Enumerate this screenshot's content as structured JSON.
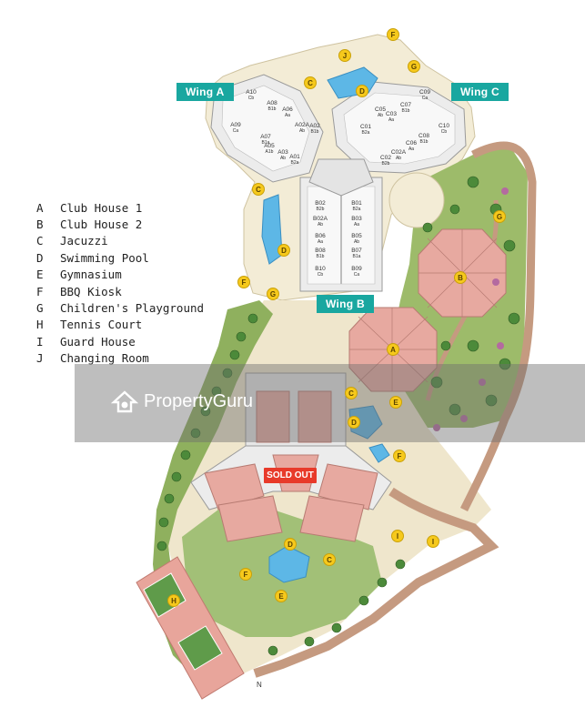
{
  "map": {
    "wing_labels": {
      "a": "Wing A",
      "b": "Wing B",
      "c": "Wing C"
    },
    "sold_out_label": "SOLD OUT",
    "north_label": "N",
    "watermark_text": "PropertyGuru",
    "legend": [
      {
        "key": "A",
        "label": "Club House 1"
      },
      {
        "key": "B",
        "label": "Club House 2"
      },
      {
        "key": "C",
        "label": "Jacuzzi"
      },
      {
        "key": "D",
        "label": "Swimming Pool"
      },
      {
        "key": "E",
        "label": "Gymnasium"
      },
      {
        "key": "F",
        "label": "BBQ Kiosk"
      },
      {
        "key": "G",
        "label": "Children's Playground"
      },
      {
        "key": "H",
        "label": "Tennis Court"
      },
      {
        "key": "I",
        "label": "Guard House"
      },
      {
        "key": "J",
        "label": "Changing Room"
      }
    ],
    "units_wing_a": [
      "A10",
      "A08",
      "A06",
      "A02A",
      "A02",
      "A09",
      "A07",
      "A05",
      "A03",
      "A01"
    ],
    "units_wing_a_types": [
      "Cb",
      "B1b",
      "Aa",
      "Ab",
      "B1b",
      "Ca",
      "B1a",
      "A1b",
      "Ab",
      "B2a"
    ],
    "units_wing_b": [
      "B02",
      "B01",
      "B02A",
      "B03",
      "B06",
      "B05",
      "B08",
      "B07",
      "B10",
      "B09"
    ],
    "units_wing_b_types": [
      "B2b",
      "B2a",
      "Ab",
      "Aa",
      "Aa",
      "Ab",
      "B1b",
      "B1a",
      "Cb",
      "Ca"
    ],
    "units_wing_c": [
      "C09",
      "C05",
      "C07",
      "C03",
      "C01",
      "C10",
      "C02A",
      "C08",
      "C02",
      "C06"
    ],
    "units_wing_c_types": [
      "Ca",
      "Ab",
      "B1b",
      "Aa",
      "B2a",
      "Cb",
      "Ab",
      "B1b",
      "B2b",
      "Aa"
    ],
    "colors": {
      "marker": "#f6c91c",
      "wing_tag": "#19a7a0",
      "sold_out": "#e83a2a",
      "lawn": "#9dbb6a",
      "roof": "#e7a9a0",
      "water": "#5db7e6",
      "path": "#c59a80",
      "building": "#ececec"
    }
  }
}
